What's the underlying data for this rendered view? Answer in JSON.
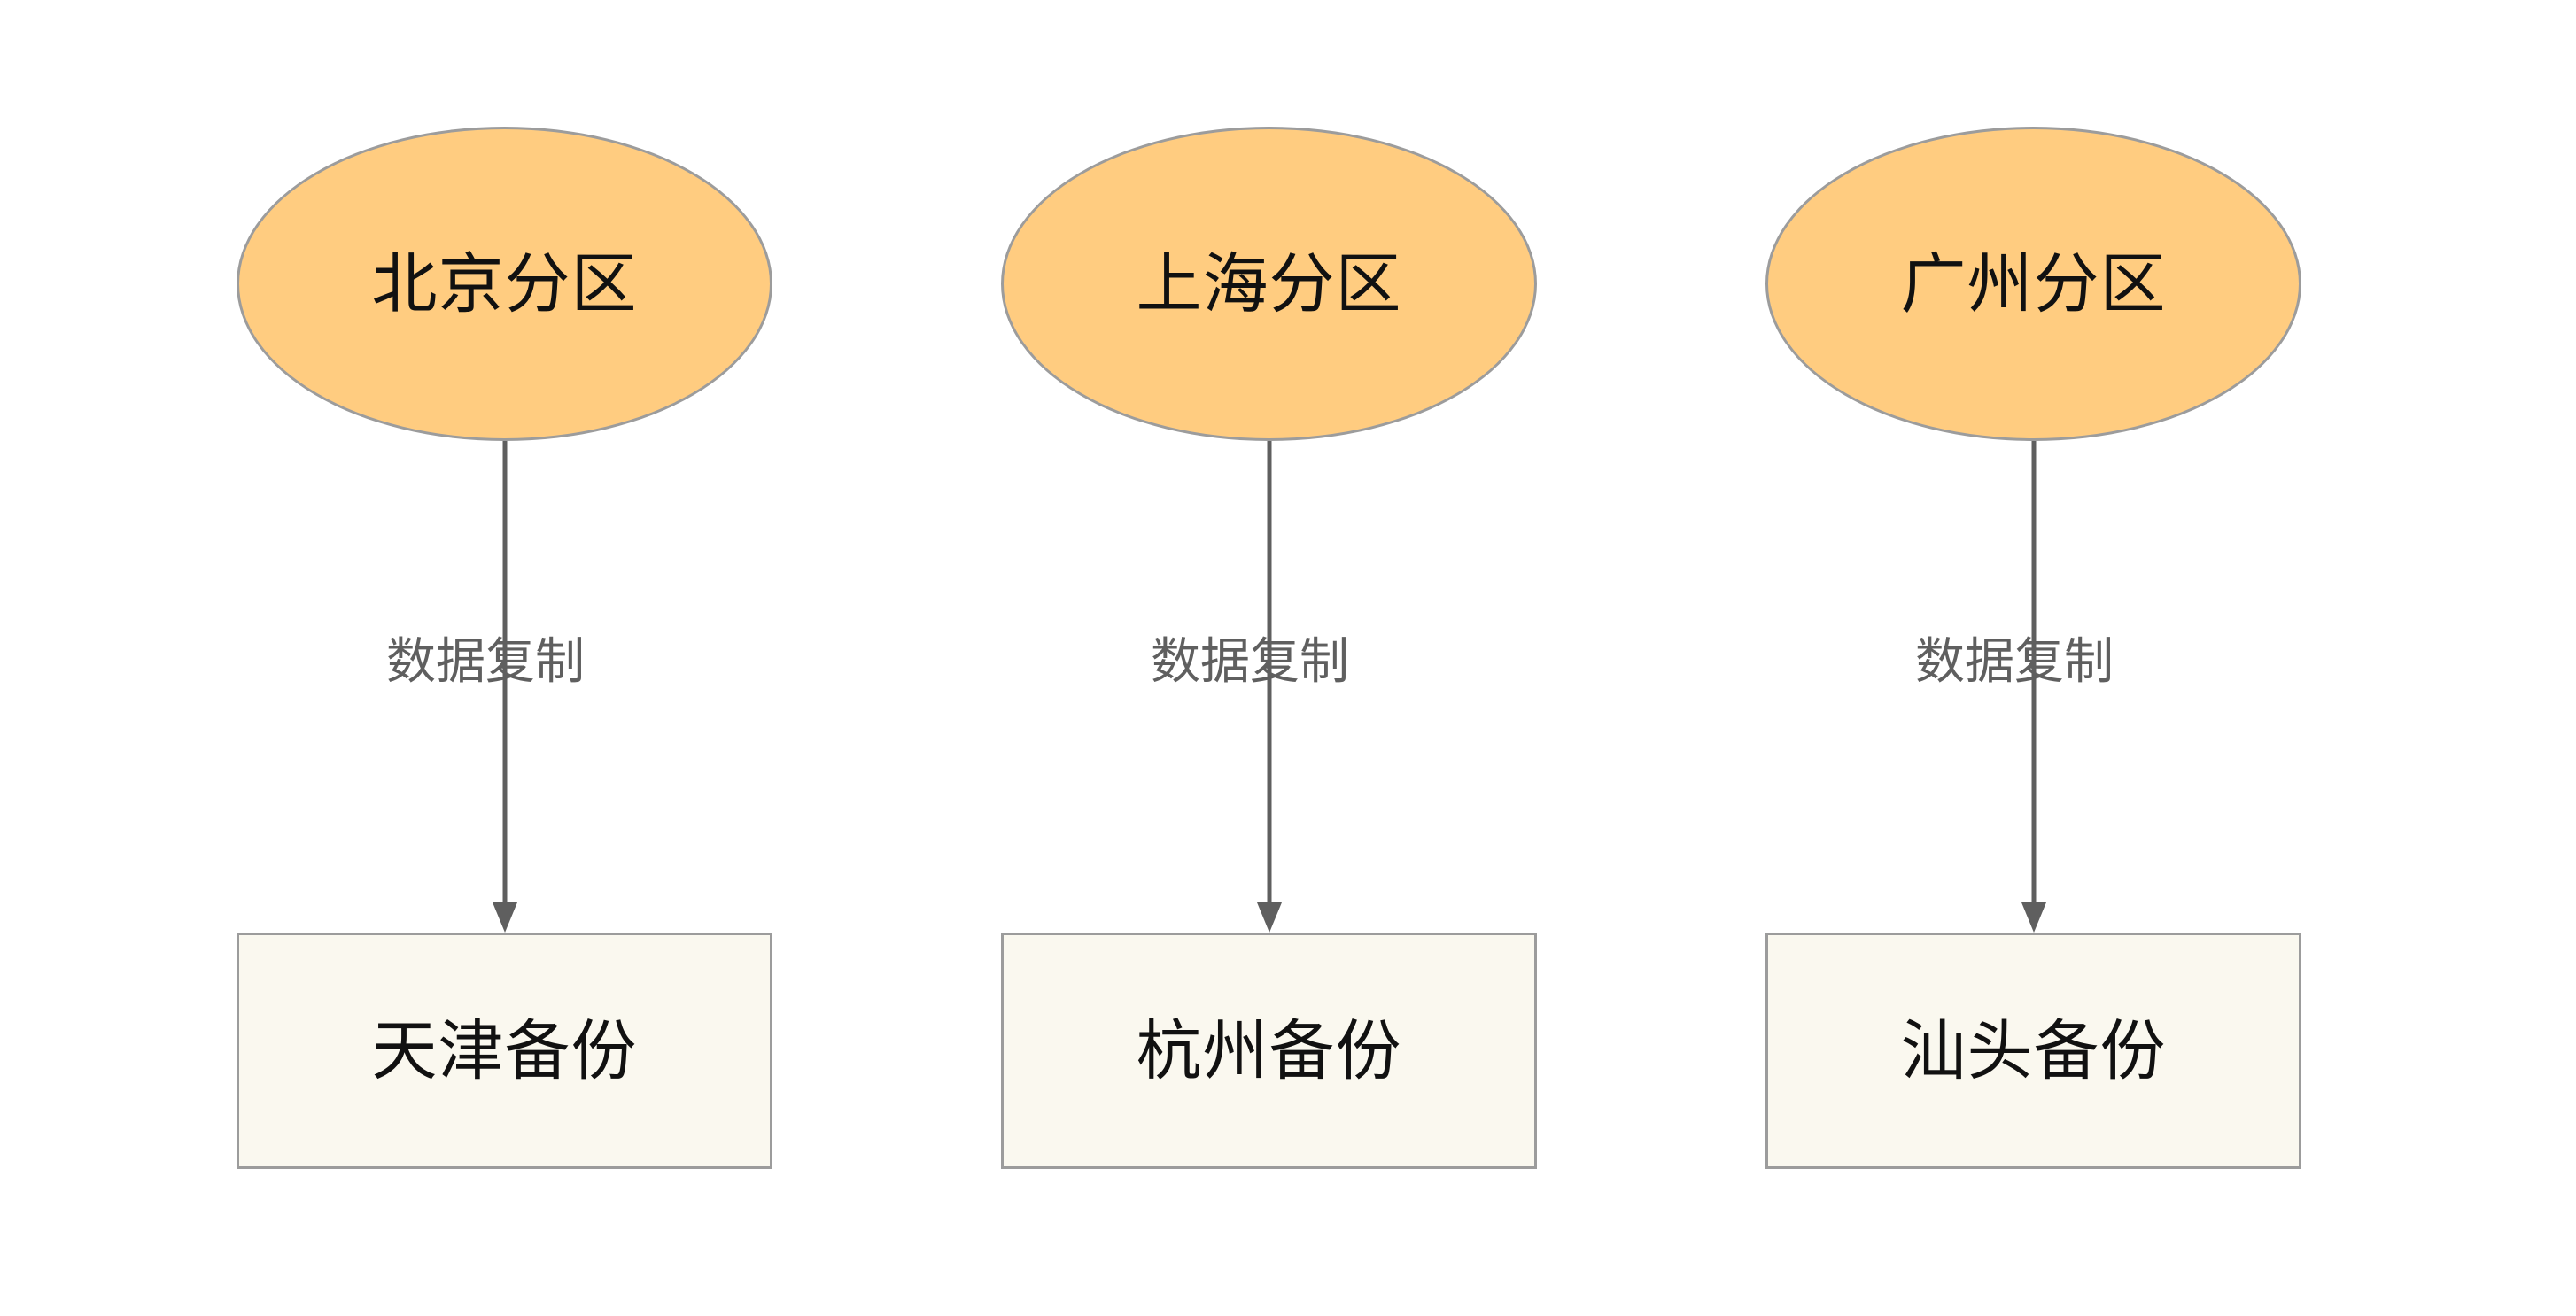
{
  "diagram": {
    "type": "flowchart",
    "background_color": "#ffffff",
    "palette": {
      "source_fill": "#ffcc80",
      "source_stroke": "#9c9c9c",
      "target_fill": "#faf8ef",
      "target_stroke": "#9c9c9c",
      "edge_stroke": "#5f5f5f",
      "node_text_color": "#111111",
      "edge_label_color": "#5f5f5f"
    },
    "columns": [
      {
        "source": {
          "label": "北京分区",
          "shape": "ellipse"
        },
        "edge": {
          "label": "数据复制",
          "direction": "down",
          "arrowhead": "filled-triangle"
        },
        "target": {
          "label": "天津备份",
          "shape": "rectangle"
        }
      },
      {
        "source": {
          "label": "上海分区",
          "shape": "ellipse"
        },
        "edge": {
          "label": "数据复制",
          "direction": "down",
          "arrowhead": "filled-triangle"
        },
        "target": {
          "label": "杭州备份",
          "shape": "rectangle"
        }
      },
      {
        "source": {
          "label": "广州分区",
          "shape": "ellipse"
        },
        "edge": {
          "label": "数据复制",
          "direction": "down",
          "arrowhead": "filled-triangle"
        },
        "target": {
          "label": "汕头备份",
          "shape": "rectangle"
        }
      }
    ]
  }
}
